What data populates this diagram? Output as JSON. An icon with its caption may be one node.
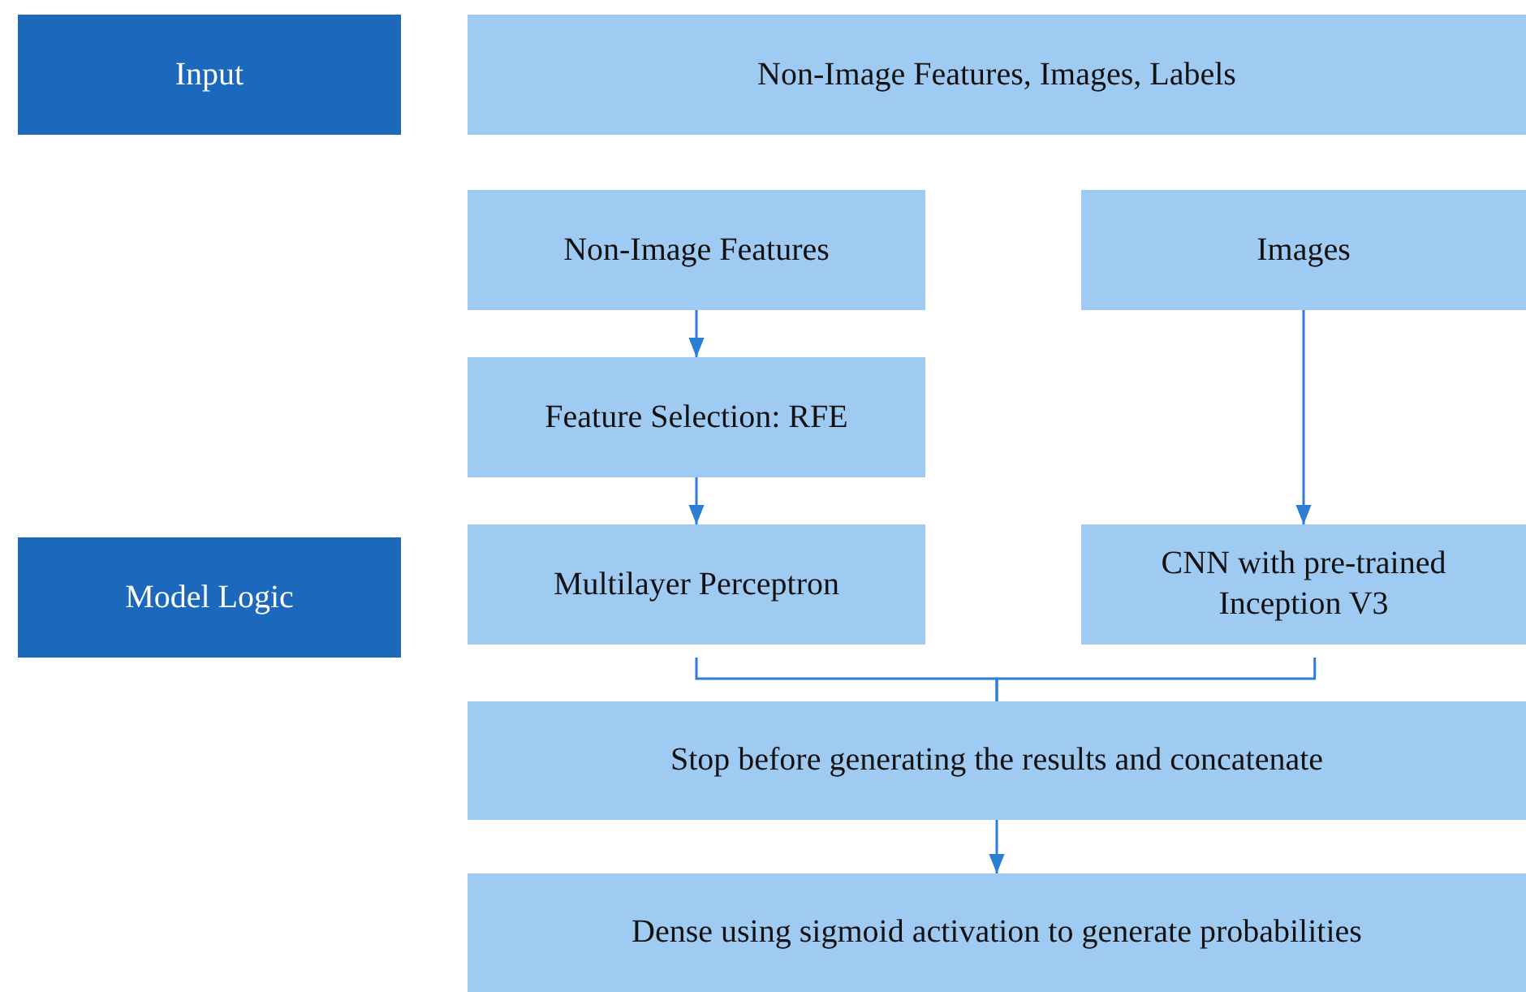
{
  "diagram": {
    "nodes": [
      {
        "text": [
          "Input"
        ]
      },
      {
        "text": [
          "Non-Image Features, Images, Labels"
        ]
      },
      {
        "text": [
          "Non-Image Features"
        ]
      },
      {
        "text": [
          "Images"
        ]
      },
      {
        "text": [
          "Feature Selection: RFE"
        ]
      },
      {
        "text": [
          "Model Logic"
        ]
      },
      {
        "text": [
          "Multilayer Perceptron"
        ]
      },
      {
        "text": [
          "CNN with pre-trained Inception V3"
        ]
      },
      {
        "text": [
          "Stop before generating the results and concatenate"
        ]
      },
      {
        "text": [
          "Dense using sigmoid activation to generate probabilities"
        ]
      }
    ],
    "edges": [
      {
        "from": 2,
        "to": 4,
        "arrow": "to"
      },
      {
        "from": 3,
        "to": 7,
        "arrow": "to"
      },
      {
        "from": 4,
        "to": 6,
        "arrow": "to"
      },
      {
        "from": 6,
        "to": 8,
        "arrow": "none"
      },
      {
        "from": 7,
        "to": 8,
        "arrow": "none"
      },
      {
        "from": 8,
        "to": 9,
        "arrow": "to"
      }
    ]
  }
}
